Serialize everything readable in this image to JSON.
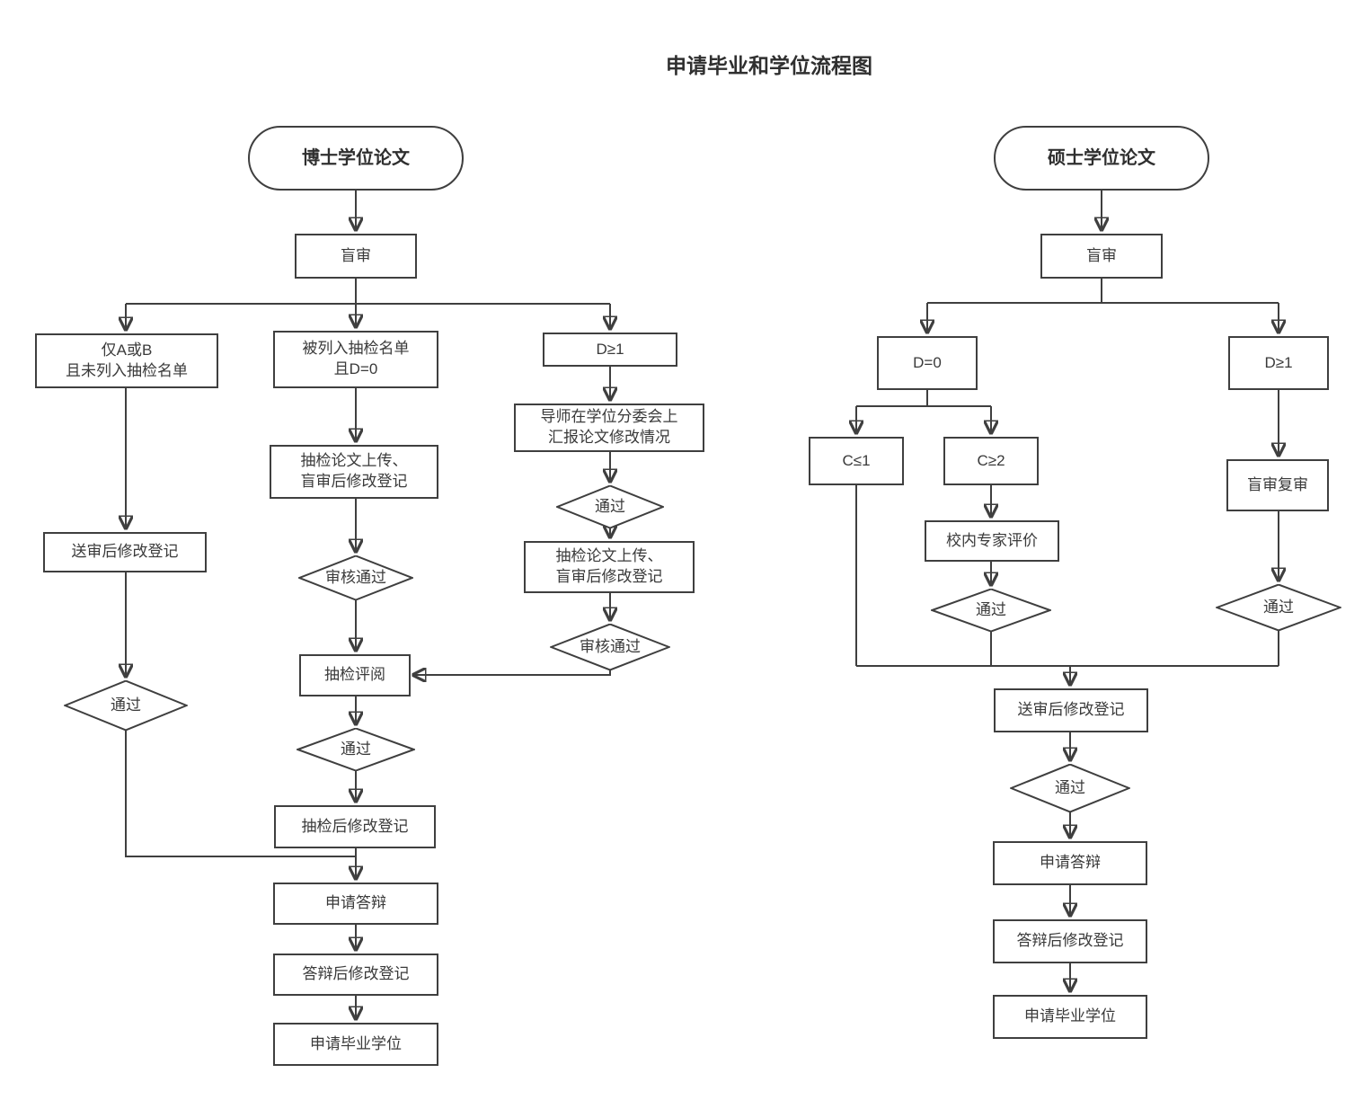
{
  "title": "申请毕业和学位流程图",
  "colors": {
    "line": "#3f3f3f",
    "node_border": "#3f3f3f",
    "node_fill": "#ffffff",
    "text": "#3a3a3a"
  },
  "nodes": {
    "doctoral_start": {
      "label": "博士学位论文"
    },
    "blind_review_doc": {
      "label": "盲审"
    },
    "only_a_or_b": {
      "label": "仅A或B\n且未列入抽检名单"
    },
    "listed_d0": {
      "label": "被列入抽检名单\n且D=0"
    },
    "d_ge1_doc": {
      "label": "D≥1"
    },
    "review_reg_doc": {
      "label": "送审后修改登记"
    },
    "pass_left": {
      "label": "通过"
    },
    "upload_mid": {
      "label": "抽检论文上传、\n盲审后修改登记"
    },
    "check_pass_mid": {
      "label": "审核通过"
    },
    "supervisor_report": {
      "label": "导师在学位分委会上\n汇报论文修改情况"
    },
    "pass_sup": {
      "label": "通过"
    },
    "upload_right": {
      "label": "抽检论文上传、\n盲审后修改登记"
    },
    "check_pass_right": {
      "label": "审核通过"
    },
    "spot_check_review": {
      "label": "抽检评阅"
    },
    "pass_mid": {
      "label": "通过"
    },
    "post_check_reg": {
      "label": "抽检后修改登记"
    },
    "apply_defense_doc": {
      "label": "申请答辩"
    },
    "post_defense_reg_doc": {
      "label": "答辩后修改登记"
    },
    "apply_degree_doc": {
      "label": "申请毕业学位"
    },
    "master_start": {
      "label": "硕士学位论文"
    },
    "blind_review_mas": {
      "label": "盲审"
    },
    "d0": {
      "label": "D=0"
    },
    "d_ge1_mas": {
      "label": "D≥1"
    },
    "c_le1": {
      "label": "C≤1"
    },
    "c_ge2": {
      "label": "C≥2"
    },
    "expert_eval": {
      "label": "校内专家评价"
    },
    "pass_expert": {
      "label": "通过"
    },
    "blind_recheck": {
      "label": "盲审复审"
    },
    "pass_recheck": {
      "label": "通过"
    },
    "review_reg_mas": {
      "label": "送审后修改登记"
    },
    "pass_mas": {
      "label": "通过"
    },
    "apply_defense_mas": {
      "label": "申请答辩"
    },
    "post_defense_reg_mas": {
      "label": "答辩后修改登记"
    },
    "apply_degree_mas": {
      "label": "申请毕业学位"
    }
  }
}
